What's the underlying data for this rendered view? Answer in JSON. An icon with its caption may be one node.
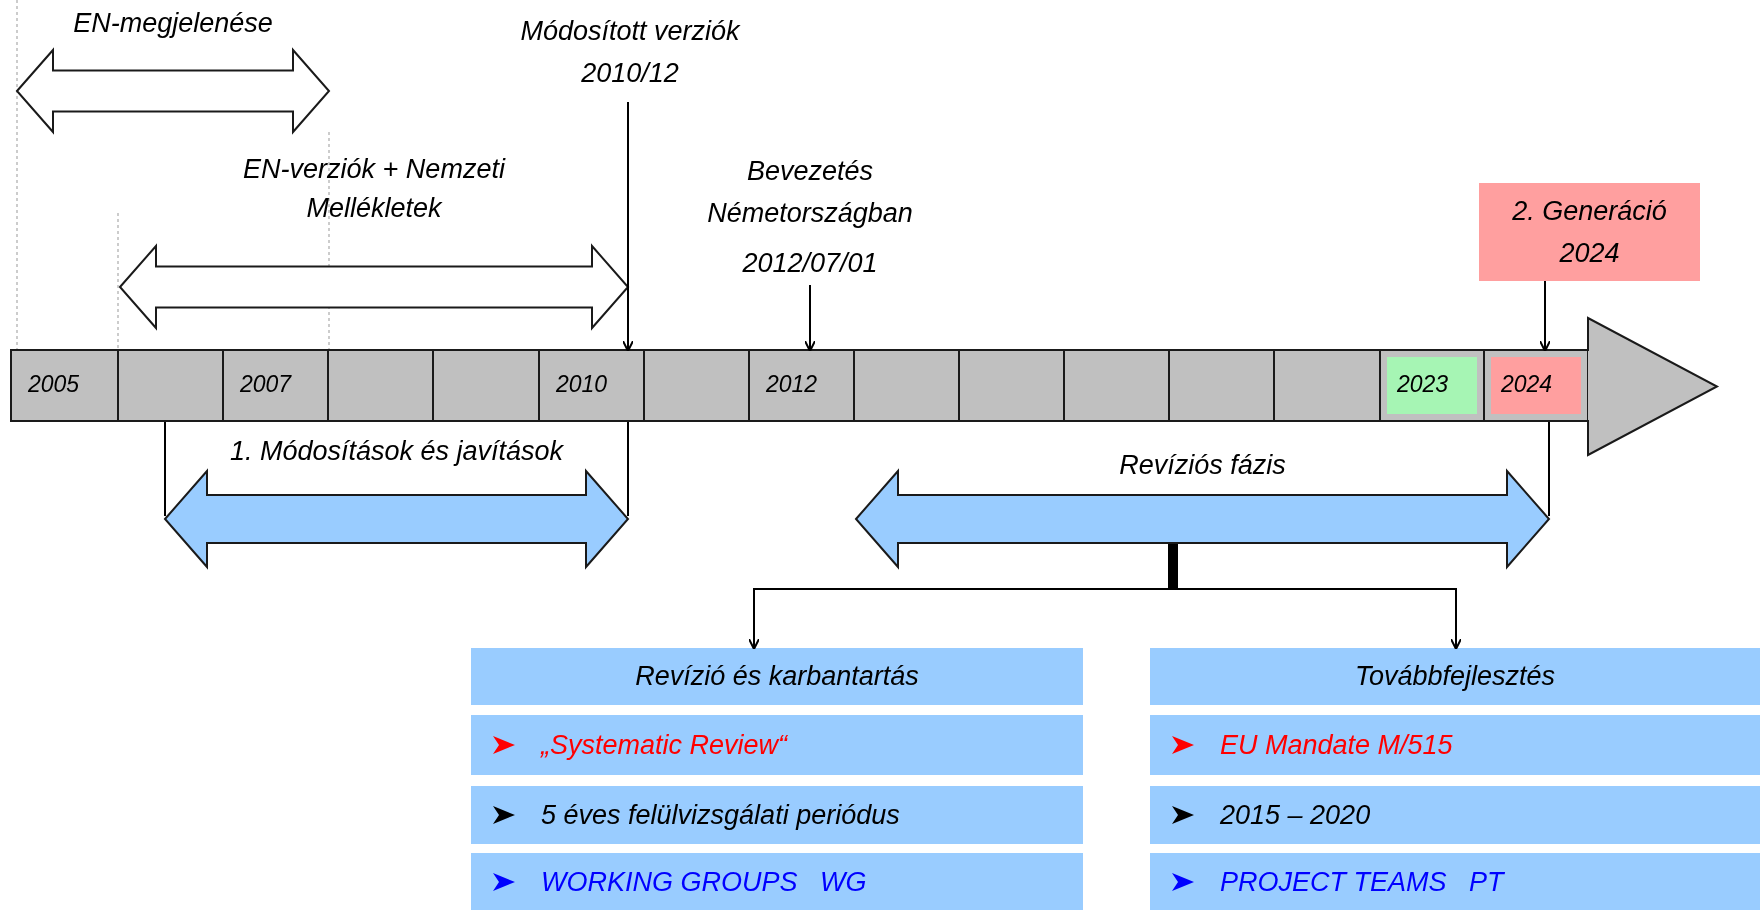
{
  "diagram": {
    "nodes": [
      {
        "text": [
          "EN-megjelenése"
        ]
      },
      {
        "text": [
          "Módosított verziók 2010/12"
        ]
      },
      {
        "text": [
          "EN-verziók + Nemzeti Mellékletek"
        ]
      },
      {
        "text": [
          "Bevezetés Németországban",
          "2012/07/01"
        ]
      },
      {
        "text": [
          "2. Generáció 2024"
        ]
      },
      {
        "text": [],
        "shape": "arrow"
      },
      {
        "text": [
          "2005"
        ],
        "in": 5
      },
      {
        "text": [],
        "shape": "box",
        "in": 5
      },
      {
        "text": [
          "2007"
        ],
        "in": 5
      },
      {
        "text": [],
        "shape": "box",
        "in": 5
      },
      {
        "text": [],
        "shape": "box",
        "in": 5
      },
      {
        "text": [
          "2010"
        ],
        "in": 5
      },
      {
        "text": [],
        "shape": "box",
        "in": 5
      },
      {
        "text": [
          "2012"
        ],
        "in": 5
      },
      {
        "text": [],
        "shape": "box",
        "in": 5
      },
      {
        "text": [],
        "shape": "box",
        "in": 5
      },
      {
        "text": [],
        "shape": "box",
        "in": 5
      },
      {
        "text": [],
        "shape": "box",
        "in": 5
      },
      {
        "text": [],
        "shape": "box",
        "in": 5
      },
      {
        "text": [
          "2023"
        ],
        "in": 5
      },
      {
        "text": [
          "2024"
        ],
        "in": 5
      },
      {
        "text": [
          "1. Módosítások és javítások"
        ]
      },
      {
        "text": [
          "Revíziós fázis"
        ]
      },
      {
        "text": [
          "Revízió és karbantartás"
        ]
      },
      {
        "text": [
          "Továbbfejlesztés"
        ]
      },
      {
        "text": [
          "„Systematic Review“"
        ]
      },
      {
        "text": [
          "EU Mandate M/515"
        ]
      },
      {
        "text": [
          "5 éves felülvizsgálati periódus"
        ]
      },
      {
        "text": [
          "2015 – 2020"
        ]
      },
      {
        "text": [
          "WORKING GROUPS   WG"
        ]
      },
      {
        "text": [
          "PROJECT TEAMS   PT"
        ]
      }
    ],
    "edges": [
      {
        "from": 1,
        "to": 11,
        "arrow": "to"
      },
      {
        "from": 3,
        "to": 13,
        "arrow": "to"
      },
      {
        "from": 4,
        "to": 20,
        "arrow": "to"
      },
      {
        "from": 22,
        "to": 23,
        "arrow": "to"
      },
      {
        "from": 22,
        "to": 24,
        "arrow": "to"
      }
    ]
  }
}
